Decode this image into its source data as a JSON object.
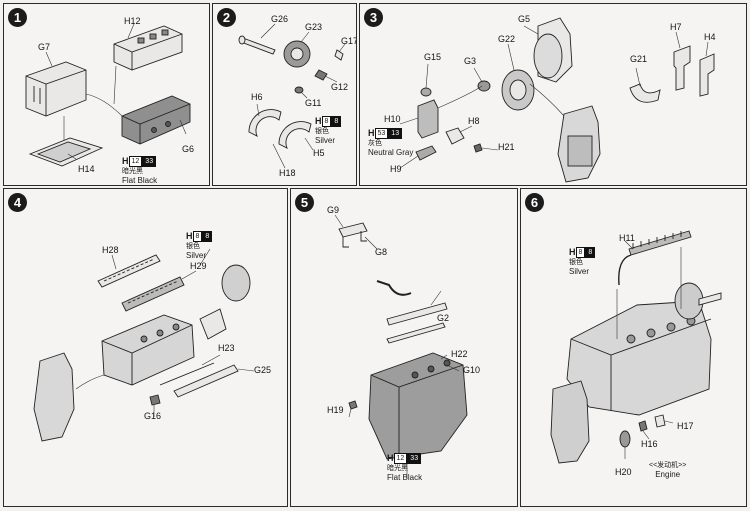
{
  "steps": [
    {
      "number": "1",
      "parts": [
        "H12",
        "G7",
        "G6",
        "H14"
      ],
      "paint": {
        "prefix": "H",
        "code1": "12",
        "code2": "33",
        "name_cn": "暗光黑",
        "name_en": "Flat Black"
      }
    },
    {
      "number": "2",
      "parts": [
        "G26",
        "G23",
        "G17",
        "G12",
        "G11",
        "H6",
        "H5",
        "H18"
      ],
      "paint": {
        "prefix": "H",
        "code1": "8",
        "code2": "8",
        "name_cn": "银色",
        "name_en": "Silver"
      }
    },
    {
      "number": "3",
      "parts": [
        "G5",
        "H7",
        "H4",
        "G22",
        "G15",
        "G3",
        "G21",
        "H10",
        "H8",
        "H21",
        "H9"
      ],
      "paint": {
        "prefix": "H",
        "code1": "53",
        "code2": "13",
        "name_cn": "灰色",
        "name_en": "Neutral Gray"
      }
    },
    {
      "number": "4",
      "parts": [
        "H28",
        "H29",
        "H23",
        "G25",
        "G16"
      ],
      "paint": {
        "prefix": "H",
        "code1": "8",
        "code2": "8",
        "name_cn": "银色",
        "name_en": "Silver"
      }
    },
    {
      "number": "5",
      "parts": [
        "G9",
        "G8",
        "G2",
        "H22",
        "G10",
        "H19"
      ],
      "paint": {
        "prefix": "H",
        "code1": "12",
        "code2": "33",
        "name_cn": "暗光黑",
        "name_en": "Flat Black"
      }
    },
    {
      "number": "6",
      "parts": [
        "H11",
        "H17",
        "H16",
        "H20"
      ],
      "paint": {
        "prefix": "H",
        "code1": "8",
        "code2": "8",
        "name_cn": "银色",
        "name_en": "Silver"
      },
      "caption": {
        "cn": "<<发动机>>",
        "en": "Engine"
      }
    }
  ]
}
